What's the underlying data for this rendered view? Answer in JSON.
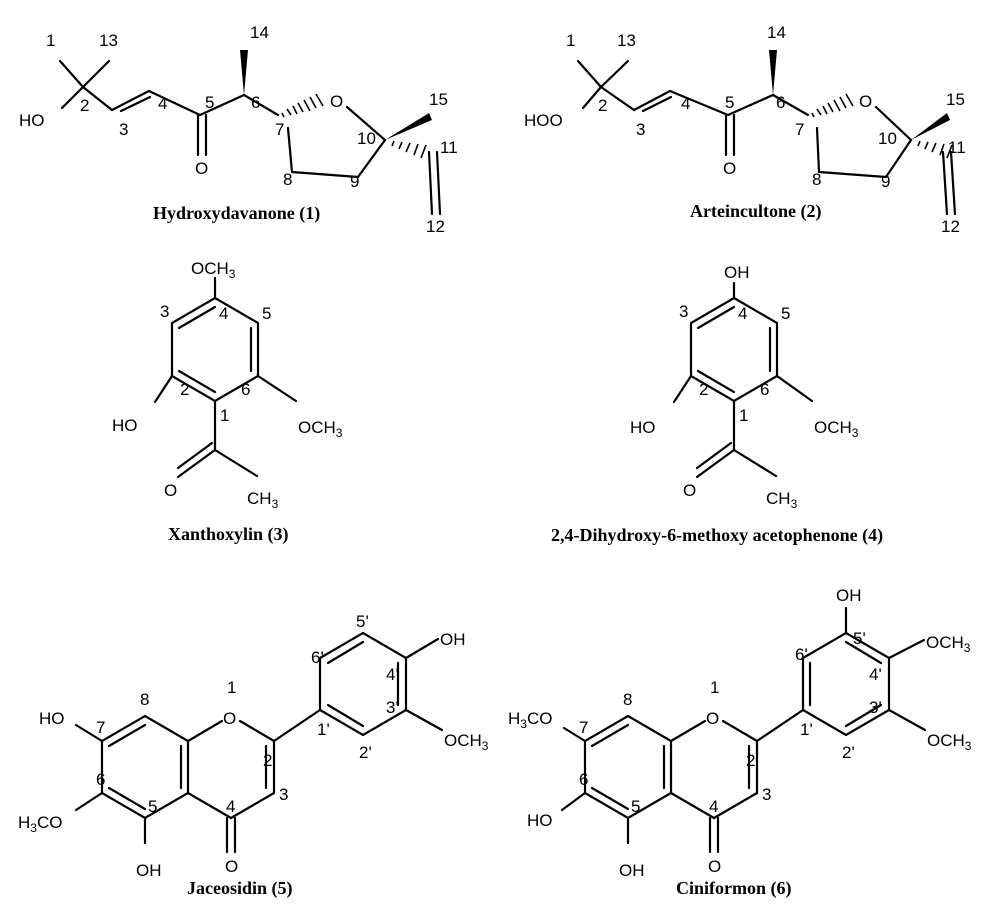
{
  "compounds": [
    {
      "caption": "Hydroxydavanone (1)",
      "atom_numbers": [
        "1",
        "13",
        "2",
        "3",
        "4",
        "5",
        "6",
        "14",
        "7",
        "10",
        "15",
        "11",
        "8",
        "9",
        "12"
      ],
      "groups": {
        "hydroxy": "HO",
        "ring_oxygen": "O",
        "carbonyl_oxygen": "O"
      }
    },
    {
      "caption": "Arteincultone (2)",
      "atom_numbers": [
        "1",
        "13",
        "2",
        "3",
        "4",
        "5",
        "6",
        "14",
        "7",
        "10",
        "15",
        "11",
        "8",
        "9",
        "12"
      ],
      "groups": {
        "hydroperoxy": "HOO",
        "ring_oxygen": "O",
        "carbonyl_oxygen": "O"
      }
    },
    {
      "caption": "Xanthoxylin (3)",
      "atom_numbers": [
        "4",
        "3",
        "5",
        "2",
        "6",
        "1"
      ],
      "groups": {
        "top": "OCH",
        "top_sub": "3",
        "left": "HO",
        "right": "OCH",
        "right_sub": "3",
        "acetyl_o": "O",
        "acetyl_me": "CH",
        "acetyl_me_sub": "3"
      }
    },
    {
      "caption": "2,4-Dihydroxy-6-methoxy acetophenone (4)",
      "atom_numbers": [
        "4",
        "3",
        "5",
        "2",
        "6",
        "1"
      ],
      "groups": {
        "top": "OH",
        "left": "HO",
        "right": "OCH",
        "right_sub": "3",
        "acetyl_o": "O",
        "acetyl_me": "CH",
        "acetyl_me_sub": "3"
      }
    },
    {
      "caption": "Jaceosidin (5)",
      "atom_numbers": [
        "5'",
        "6'",
        "4'",
        "3'",
        "1'",
        "2'",
        "1",
        "8",
        "7",
        "2",
        "6",
        "3",
        "4",
        "5"
      ],
      "groups": {
        "oh_4p": "OH",
        "och3_3p": "OCH",
        "och3_3p_sub": "3",
        "ring_o": "O",
        "oh_7": "HO",
        "och3_6_pre": "H",
        "och3_6_sub": "3",
        "och3_6_post": "CO",
        "oh_5": "OH",
        "carbonyl_o": "O"
      }
    },
    {
      "caption": "Ciniformon (6)",
      "atom_numbers": [
        "5'",
        "4'",
        "6'",
        "3'",
        "1'",
        "2'",
        "1",
        "8",
        "7",
        "2",
        "6",
        "3",
        "4",
        "5"
      ],
      "groups": {
        "oh_5p": "OH",
        "och3_4p": "OCH",
        "och3_4p_sub": "3",
        "och3_3p": "OCH",
        "och3_3p_sub": "3",
        "ring_o": "O",
        "och3_7_pre": "H",
        "och3_7_sub": "3",
        "och3_7_post": "CO",
        "oh_6": "HO",
        "oh_5": "OH",
        "carbonyl_o": "O"
      }
    }
  ]
}
